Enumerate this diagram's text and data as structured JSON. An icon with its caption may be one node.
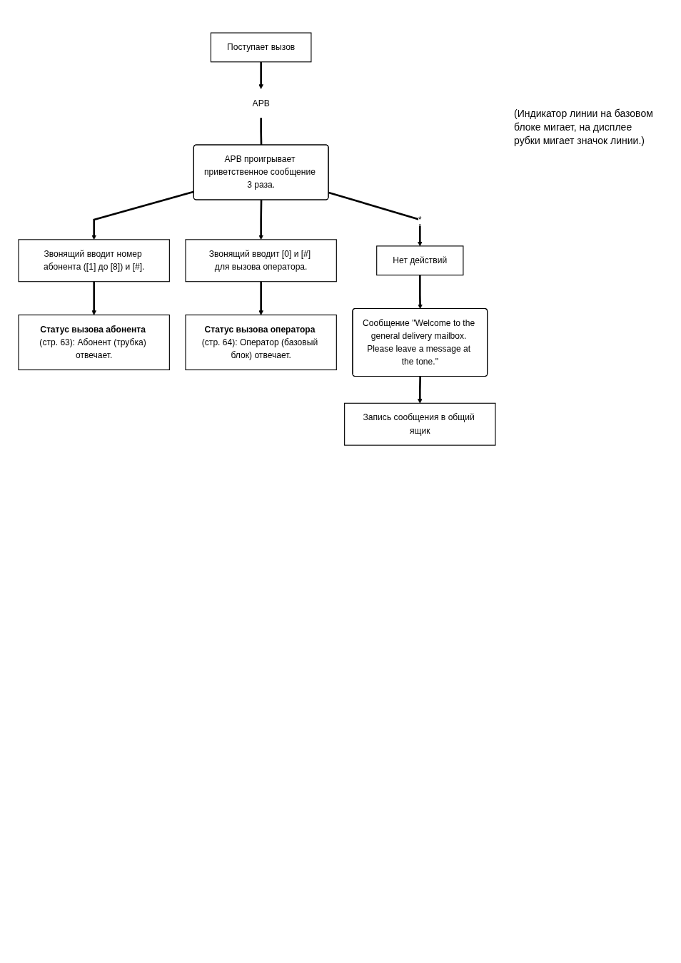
{
  "diagram": {
    "nodes": [
      {
        "text": [
          "Поступает вызов"
        ]
      },
      {
        "text": [
          "АРВ"
        ]
      },
      {
        "text": [
          "АРВ проигрывает приветственное сообщение 3 раза."
        ]
      },
      {
        "text": [
          "Звонящий вводит номер абонента ([1] до [8]) и [#]."
        ]
      },
      {
        "text": [
          "Звонящий вводит [0] и [#] для вызова оператора."
        ]
      },
      {
        "text": [
          "Нет действий"
        ]
      },
      {
        "text": [
          "**Статус вызова абонента** (стр. 63): Абонент (трубка) отвечает."
        ]
      },
      {
        "text": [
          "**Статус вызова оператора** (стр. 64): Оператор (базовый блок) отвечает."
        ]
      },
      {
        "text": [
          "Сообщение \"Welcome to the general delivery mailbox. Please leave a message at the tone.\""
        ]
      },
      {
        "text": [
          "Запись сообщения в общий ящик"
        ]
      }
    ],
    "edges": [
      {
        "from": 0,
        "to": 1,
        "arrow": "to"
      },
      {
        "from": 1,
        "to": 2,
        "arrow": "none"
      },
      {
        "from": 2,
        "to": 3,
        "arrow": "to"
      },
      {
        "from": 2,
        "to": 4,
        "arrow": "to"
      },
      {
        "from": 2,
        "to": 5,
        "arrow": "to",
        "label": "*"
      },
      {
        "from": 3,
        "to": 6,
        "arrow": "to"
      },
      {
        "from": 4,
        "to": 7,
        "arrow": "to"
      },
      {
        "from": 5,
        "to": 8,
        "arrow": "to"
      },
      {
        "from": 8,
        "to": 9,
        "arrow": "to"
      }
    ],
    "labels": [
      "(Индикатор линии на базовом блоке мигает, на дисплее рубки мигает значок линии.)"
    ]
  }
}
